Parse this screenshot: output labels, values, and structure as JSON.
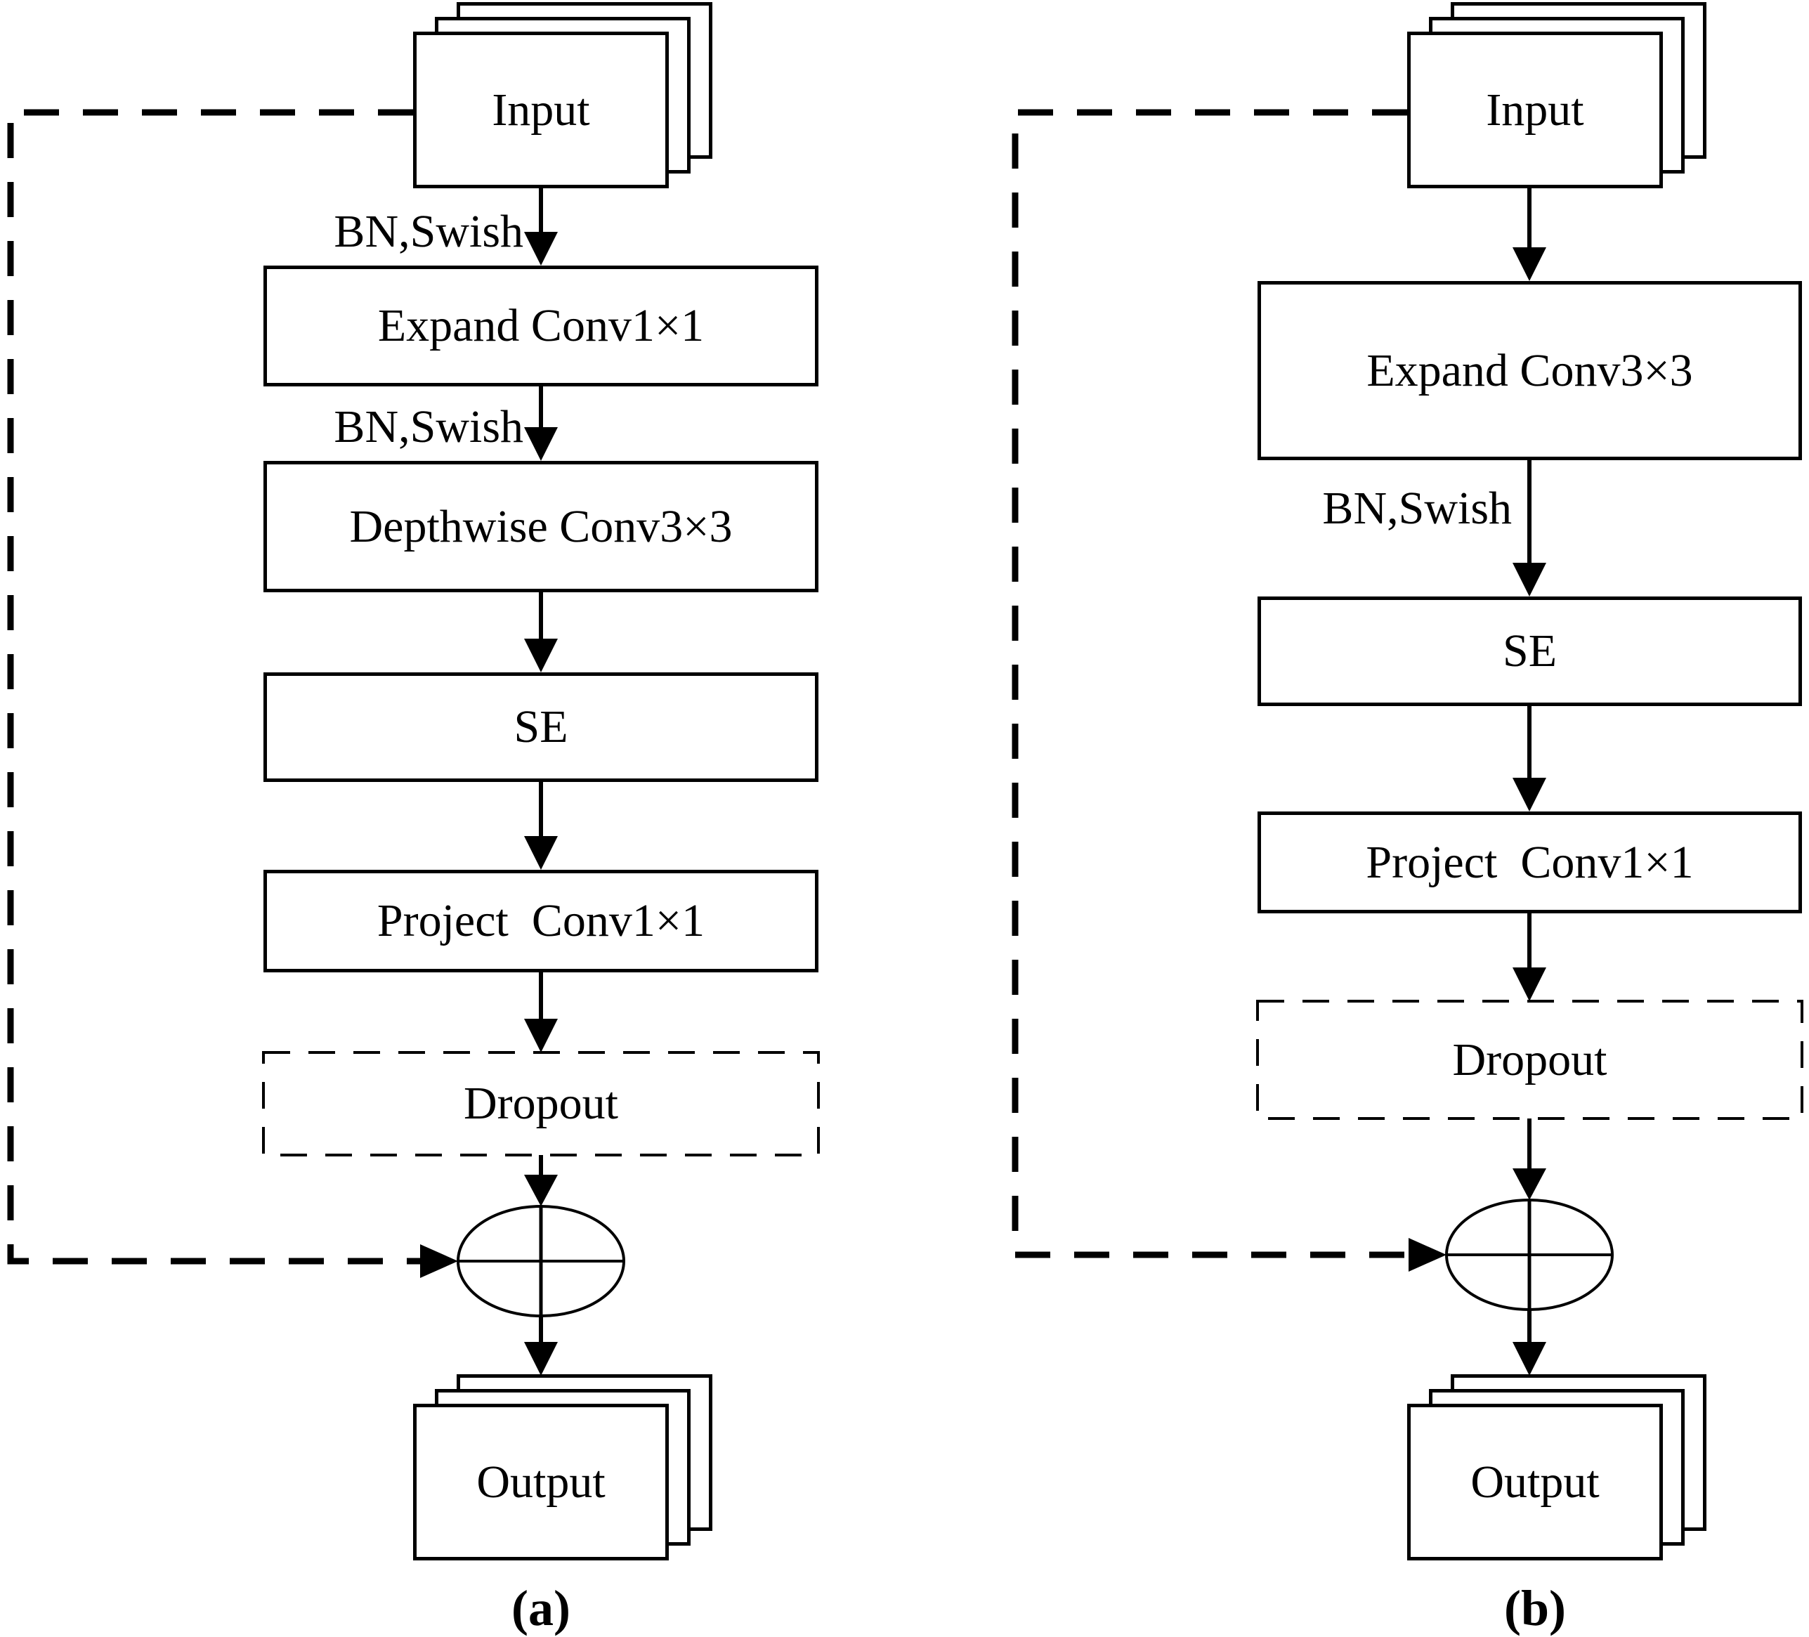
{
  "figure": {
    "type": "flow-diagram",
    "colors": {
      "line": "#000000",
      "background": "#ffffff"
    },
    "panels": [
      {
        "caption": "(a)",
        "input_label": "Input",
        "output_label": "Output",
        "bn_labels": [
          "BN,Swish",
          "BN,Swish"
        ],
        "blocks": [
          "Expand Conv1×1",
          "Depthwise Conv3×3",
          "SE",
          "Project  Conv1×1",
          "Dropout"
        ]
      },
      {
        "caption": "(b)",
        "input_label": "Input",
        "output_label": "Output",
        "bn_labels": [
          "BN,Swish"
        ],
        "blocks": [
          "Expand Conv3×3",
          "SE",
          "Project  Conv1×1",
          "Dropout"
        ]
      }
    ]
  }
}
